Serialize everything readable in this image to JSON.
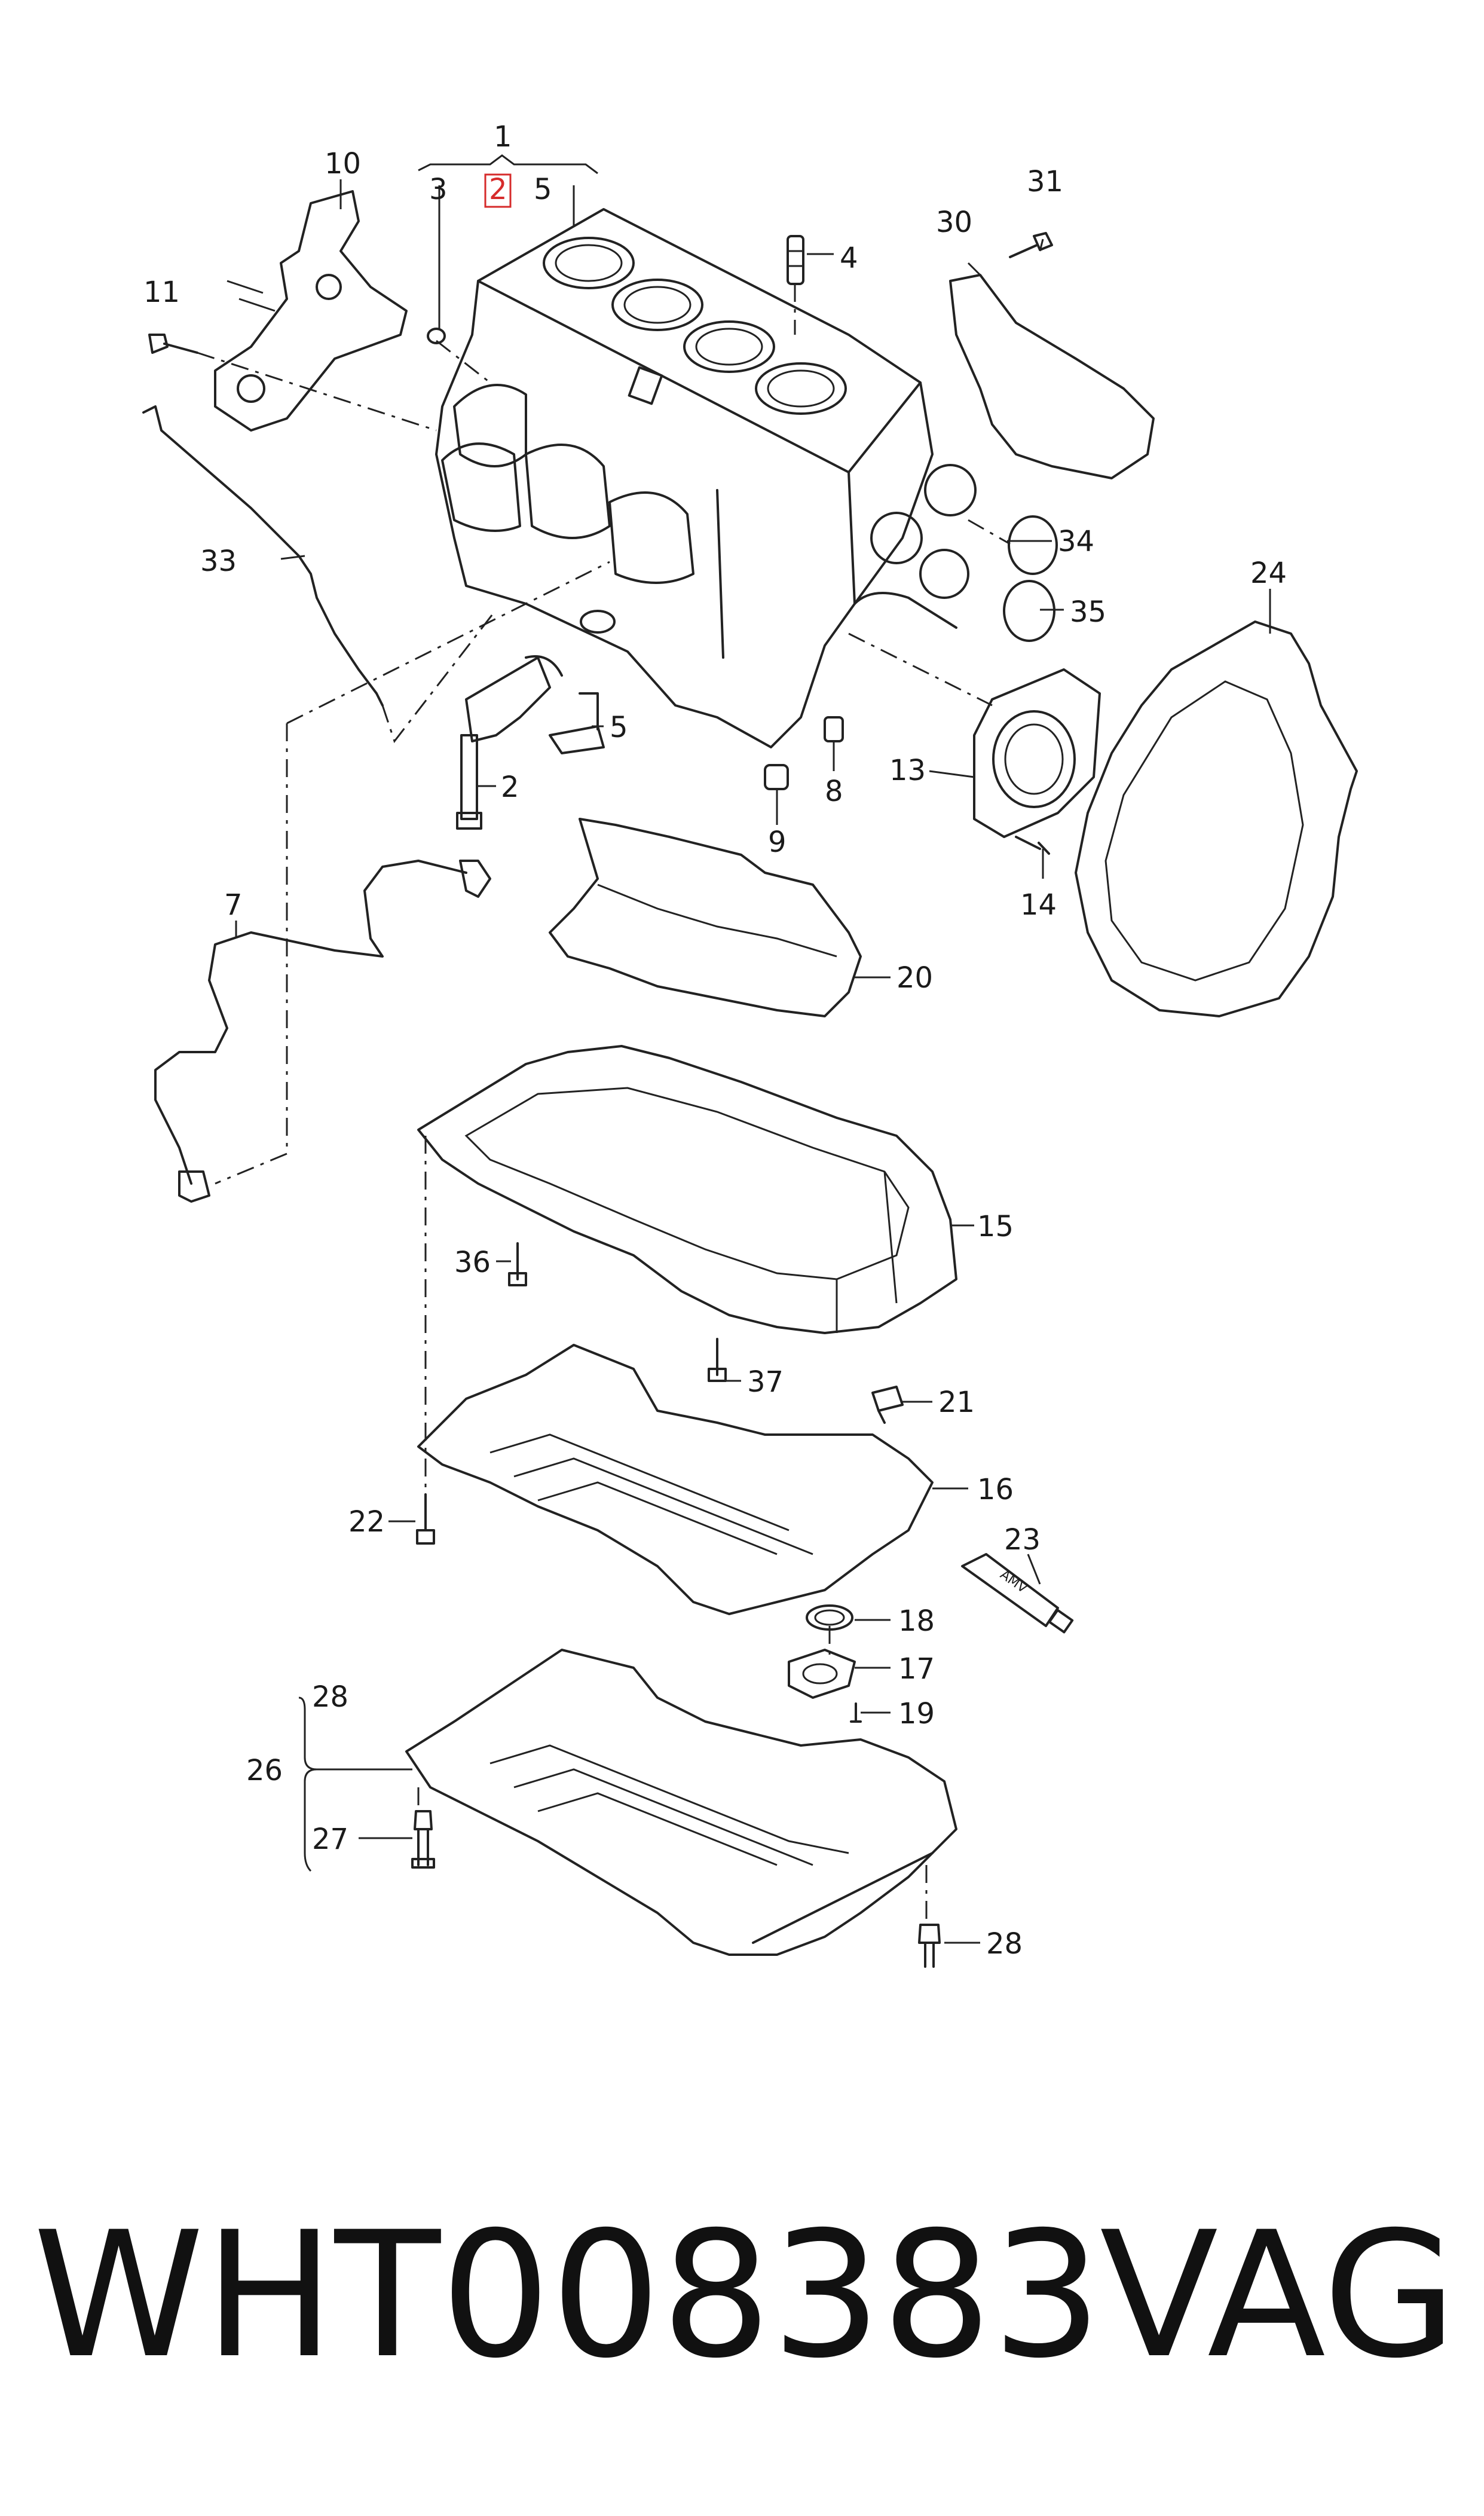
{
  "diagram": {
    "labels": [
      "1",
      "2",
      "3",
      "4",
      "5",
      "7",
      "8",
      "9",
      "10",
      "11",
      "13",
      "14",
      "15",
      "16",
      "17",
      "18",
      "19",
      "20",
      "21",
      "22",
      "23",
      "24",
      "26",
      "27",
      "28",
      "30",
      "31",
      "33",
      "34",
      "35",
      "36",
      "37"
    ],
    "highlighted_label": "2",
    "tube_text": "AMV"
  },
  "caption": {
    "part_number": "WHT008383",
    "brand": "VAG"
  },
  "colors": {
    "line": "#222222",
    "highlight": "#d62b2b",
    "background": "#ffffff"
  }
}
